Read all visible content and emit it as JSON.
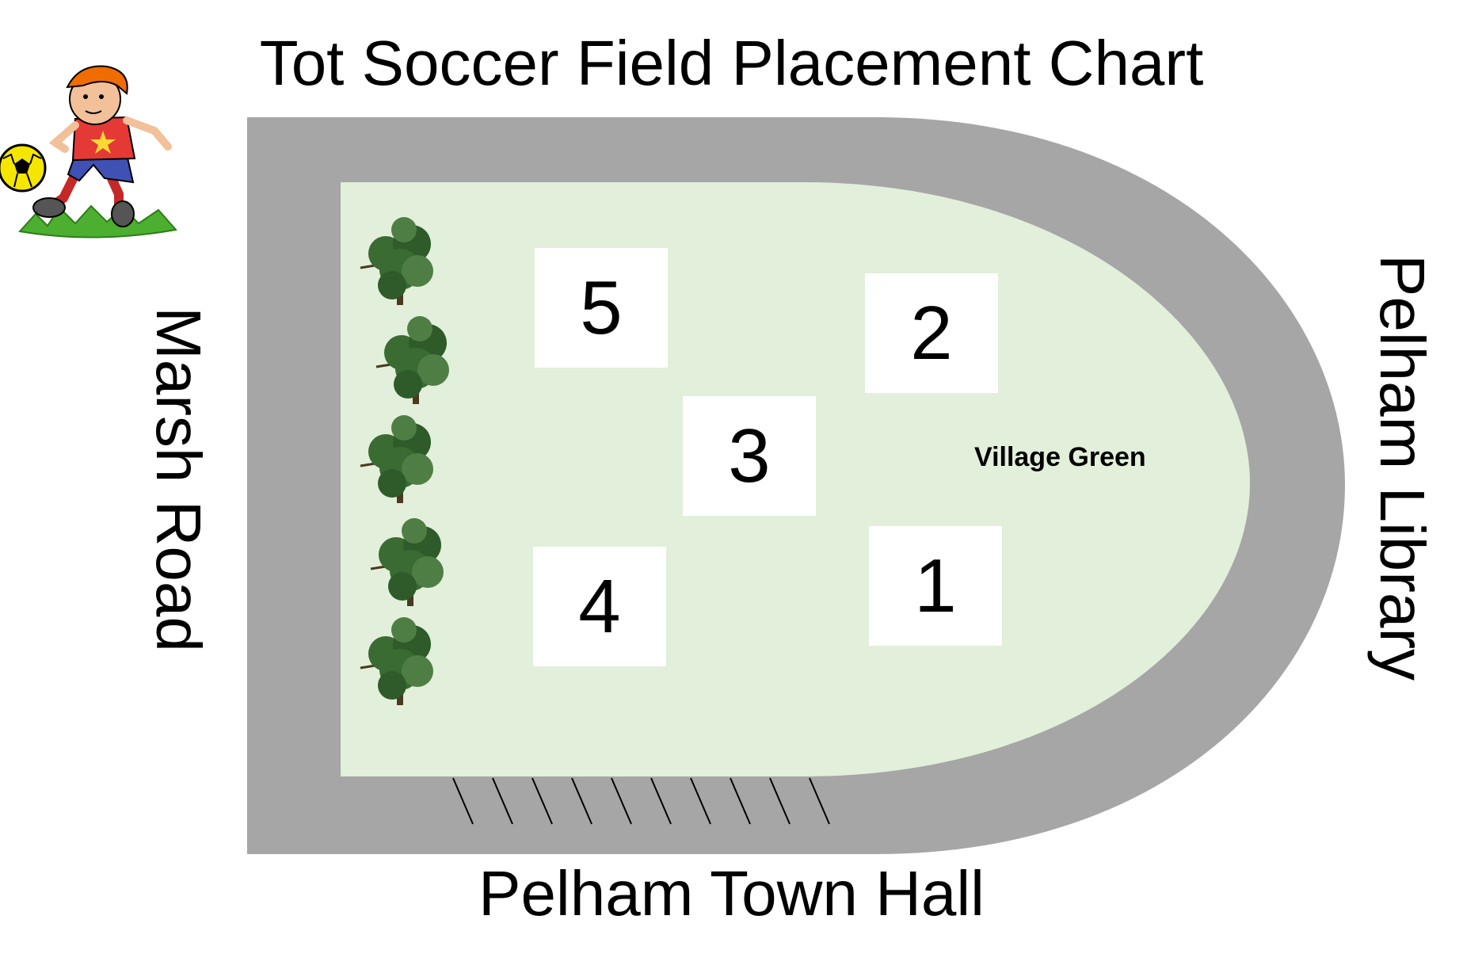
{
  "title": "Tot Soccer Field Placement Chart",
  "labels": {
    "left": "Marsh Road",
    "right": "Pelham Library",
    "bottom": "Pelham Town Hall",
    "green": "Village Green"
  },
  "fields": {
    "f5": "5",
    "f2": "2",
    "f3": "3",
    "f4": "4",
    "f1": "1"
  },
  "colors": {
    "road": "#a6a6a6",
    "green": "#e2efda",
    "tree": "#3a6b32"
  }
}
